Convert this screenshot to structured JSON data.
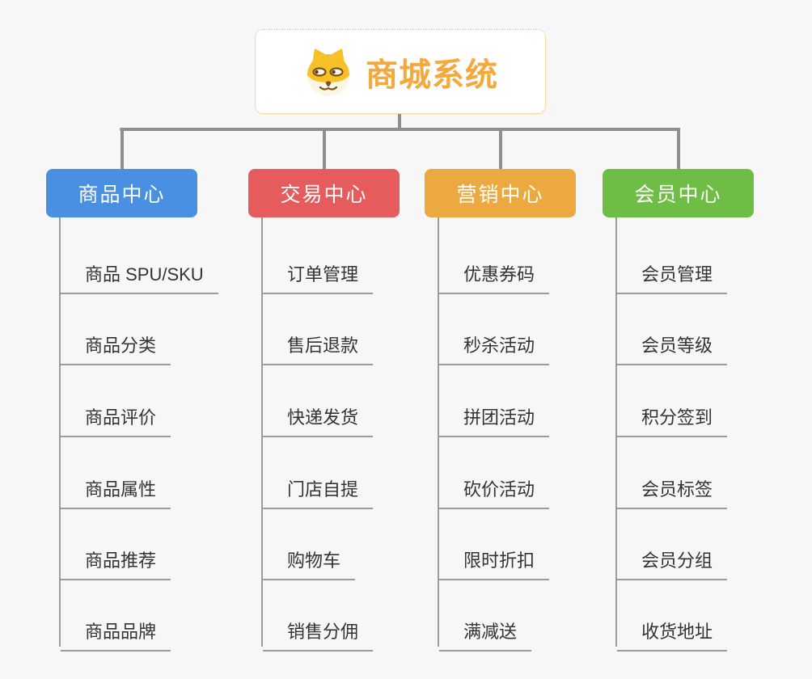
{
  "root": {
    "title": "商城系统",
    "icon": "doge-icon"
  },
  "colors": {
    "root_title": "#f3a93c",
    "root_border": "#f0b35a",
    "connector": "#8f8f8f",
    "leaf_line": "#9c9c9c",
    "leaf_text": "#333333",
    "background": "#f7f7f7"
  },
  "branches": [
    {
      "label": "商品中心",
      "color": "#4a90e2",
      "items": [
        "商品 SPU/SKU",
        "商品分类",
        "商品评价",
        "商品属性",
        "商品推荐",
        "商品品牌"
      ]
    },
    {
      "label": "交易中心",
      "color": "#e65c5c",
      "items": [
        "订单管理",
        "售后退款",
        "快递发货",
        "门店自提",
        "购物车",
        "销售分佣"
      ]
    },
    {
      "label": "营销中心",
      "color": "#eca93f",
      "items": [
        "优惠券码",
        "秒杀活动",
        "拼团活动",
        "砍价活动",
        "限时折扣",
        "满减送"
      ]
    },
    {
      "label": "会员中心",
      "color": "#6ebe45",
      "items": [
        "会员管理",
        "会员等级",
        "积分签到",
        "会员标签",
        "会员分组",
        "收货地址"
      ]
    }
  ]
}
